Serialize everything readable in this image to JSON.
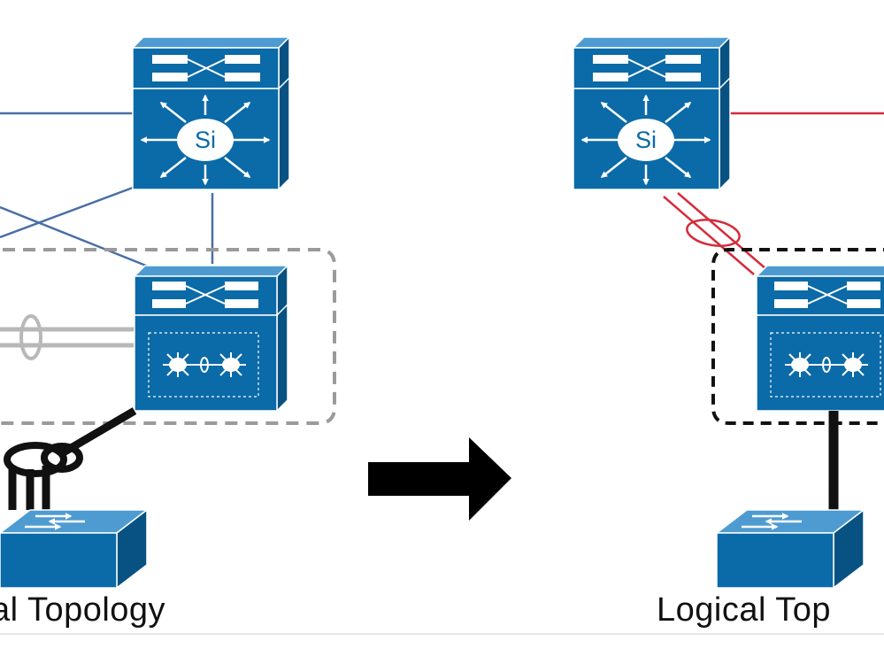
{
  "left_panel": {
    "caption": "al Topology",
    "core_switch_label": "Si"
  },
  "right_panel": {
    "caption": "Logical Top",
    "core_switch_label": "Si"
  },
  "colors": {
    "device_blue": "#0b6aa8",
    "device_top": "#4d9bd1",
    "device_side": "#075282",
    "physical_link": "#4a6fa5",
    "logical_link": "#d42c3a",
    "access_link": "#111111",
    "vss_link": "#b8b8b8"
  },
  "icons": [
    "multilayer-switch-icon",
    "vss-chassis-icon",
    "access-switch-icon",
    "arrow-right-icon"
  ]
}
